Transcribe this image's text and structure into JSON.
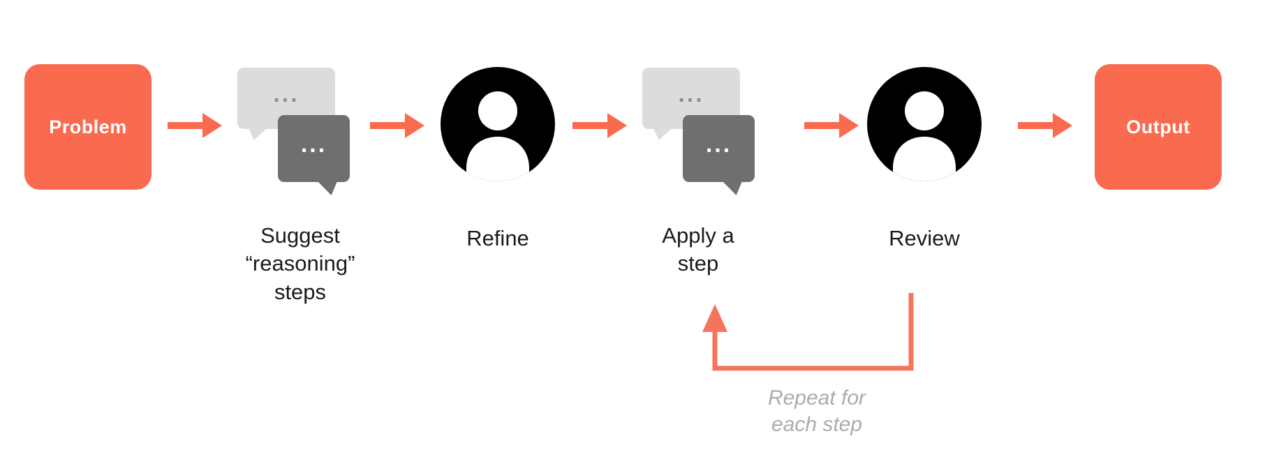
{
  "colors": {
    "accent": "#F96A4E",
    "loop": "#F4755B",
    "bubble_light": "#DCDCDC",
    "bubble_dark": "#6F6F6F",
    "bubble_light_text": "#8F8F8F",
    "label": "#1A1A1A",
    "note_text": "#ABABAB",
    "node_text": "#FFFFFF"
  },
  "flow": {
    "start": {
      "label": "Problem"
    },
    "end": {
      "label": "Output"
    },
    "bubble_ellipsis": "...",
    "steps": [
      {
        "icon": "chat-bubbles",
        "label": "Suggest\n“reasoning”\nsteps"
      },
      {
        "icon": "person",
        "label": "Refine"
      },
      {
        "icon": "chat-bubbles",
        "label": "Apply a\nstep"
      },
      {
        "icon": "person",
        "label": "Review"
      }
    ],
    "loop": {
      "from": "Review",
      "to": "Apply a step",
      "note": "Repeat for\neach step"
    }
  }
}
